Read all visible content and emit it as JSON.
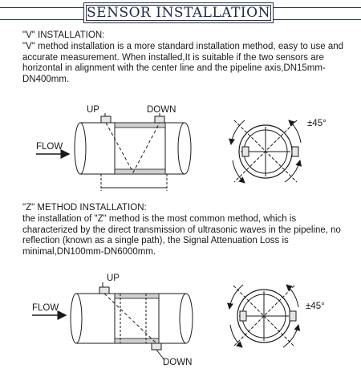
{
  "title": "SENSOR INSTALLATION",
  "v_section": {
    "heading": "\"V\" INSTALLATION:",
    "body": "\"V\" method installation is a more standard installation method, easy to use and accurate measurement. When installed,It is suitable if the two sensors are horizontal in alignment with the center line and the pipeline axis,DN15mm-DN400mm.",
    "label_up": "UP",
    "label_down": "DOWN",
    "label_flow": "FLOW",
    "label_angle": "±45°"
  },
  "z_section": {
    "heading": "\"Z\" METHOD INSTALLATION:",
    "body": "the installation of \"Z\" method is the most common method, which is characterized by the direct transmission of ultrasonic waves in the pipeline, no reflection (known as a single path), the Signal Attenuation Loss is minimal,DN100mm-DN6000mm.",
    "label_up": "UP",
    "label_down": "DOWN",
    "label_flow": "FLOW",
    "label_angle": "±45°"
  },
  "colors": {
    "ink": "#1a1a1a",
    "accent": "#1e2a44"
  }
}
